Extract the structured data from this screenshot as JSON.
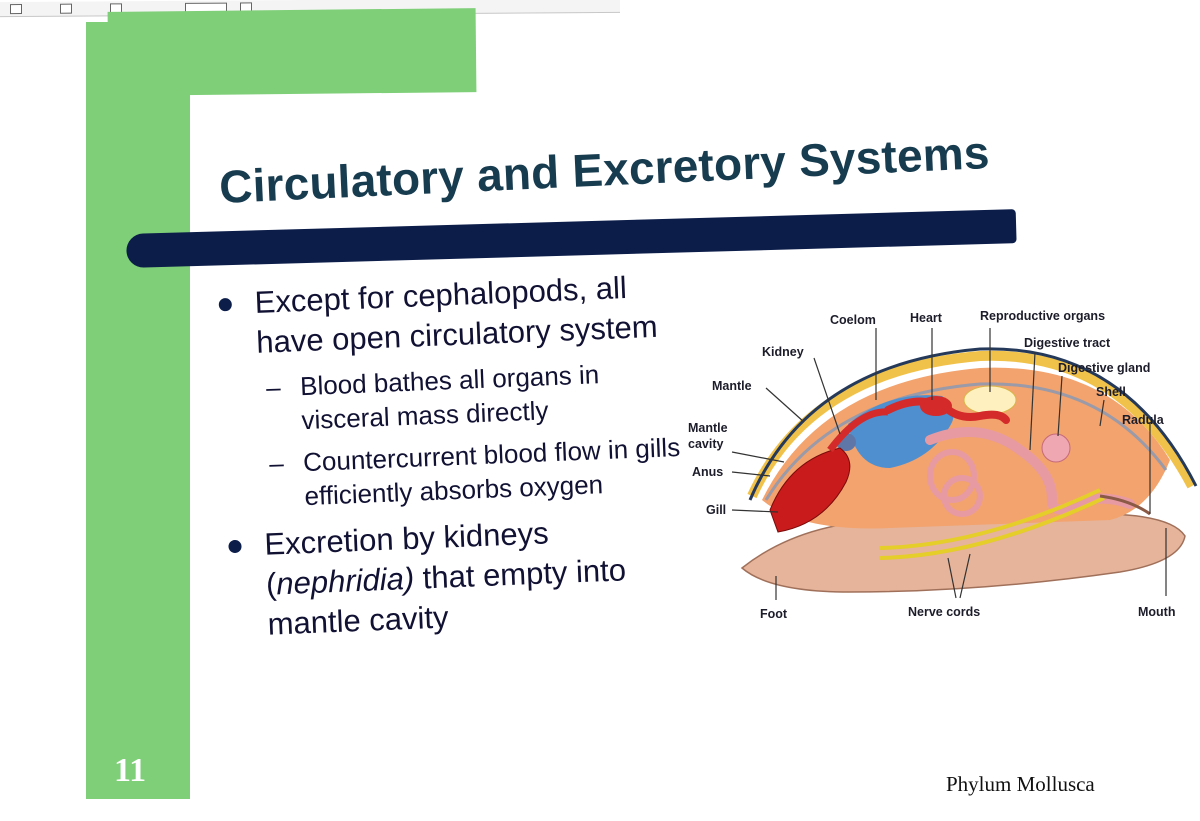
{
  "slide": {
    "title": "Circulatory and Excretory Systems",
    "number": "11",
    "footer": "Phylum Mollusca"
  },
  "bullets": [
    {
      "text": "Except for cephalopods, all have open circulatory system",
      "subs": [
        "Blood bathes all organs in visceral mass directly",
        "Countercurrent blood flow in gills efficiently absorbs oxygen"
      ]
    },
    {
      "prefix": "Excretion by kidneys (",
      "italic": "nephridia)",
      "suffix": " that empty into mantle cavity"
    }
  ],
  "sub_dash": "–",
  "diagram": {
    "labels": {
      "coelom": "Coelom",
      "heart": "Heart",
      "reproductive": "Reproductive organs",
      "digestive_tract": "Digestive tract",
      "digestive_gland": "Digestive gland",
      "shell": "Shell",
      "radula": "Radula",
      "kidney": "Kidney",
      "mantle": "Mantle",
      "mantle_cavity_1": "Mantle",
      "mantle_cavity_2": "cavity",
      "anus": "Anus",
      "gill": "Gill",
      "foot": "Foot",
      "nerve_cords": "Nerve cords",
      "mouth": "Mouth"
    }
  },
  "colors": {
    "green": "#7fcf79",
    "navy": "#0c1d4a",
    "title": "#173b4f"
  }
}
